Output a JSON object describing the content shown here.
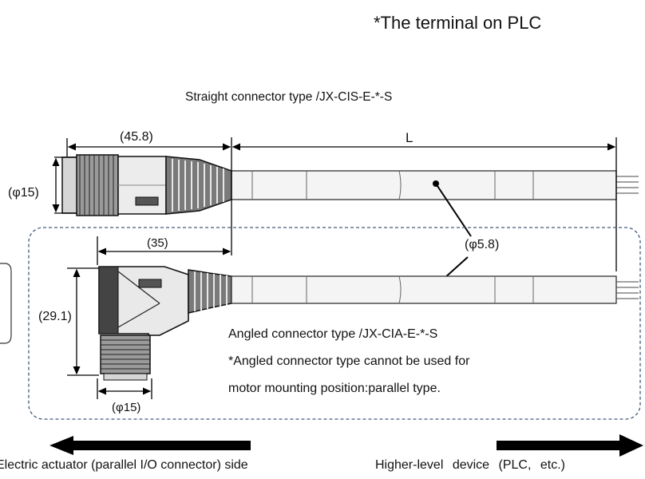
{
  "title": "*The terminal on PLC",
  "straight_connector": {
    "label": "Straight connector type /JX-CIS-E-*-S"
  },
  "angled_connector": {
    "label": "Angled connector type /JX-CIA-E-*-S",
    "note_line1": "*Angled connector type cannot be used for",
    "note_line2": "motor mounting position:parallel type."
  },
  "dimensions": {
    "straight_length": "(45.8)",
    "cable_length": "L",
    "straight_diameter": "(φ15)",
    "angled_length": "(35)",
    "cable_diameter": "(φ5.8)",
    "angled_height": "(29.1)",
    "angled_diameter": "(φ15)"
  },
  "captions": {
    "left": "Electric actuator (parallel I/O connector) side",
    "right": "Higher-level device (PLC, etc.)"
  }
}
